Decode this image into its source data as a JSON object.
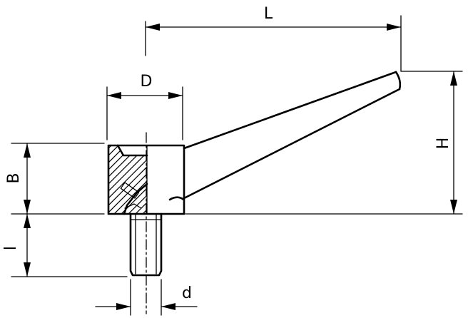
{
  "dimensions": {
    "L": "L",
    "D": "D",
    "H": "H",
    "B": "B",
    "l": "l",
    "d": "d"
  }
}
